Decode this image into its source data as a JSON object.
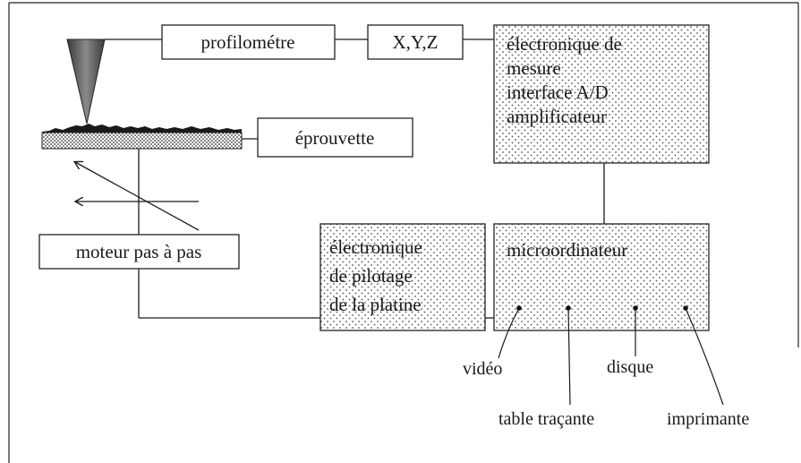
{
  "title": "",
  "boxes": {
    "profilometre": "profilométre",
    "xyz": "X,Y,Z",
    "eprouvette": "éprouvette",
    "moteur": "moteur pas à pas",
    "electronique_mesure": [
      "électronique de",
      "mesure",
      "interface A/D",
      "amplificateur"
    ],
    "electronique_pilotage": [
      "électronique",
      "de pilotage",
      "de la platine"
    ],
    "microordinateur": "microordinateur"
  },
  "peripherals": {
    "video": "vidéo",
    "table": "table traçante",
    "disque": "disque",
    "imprimante": "imprimante"
  }
}
